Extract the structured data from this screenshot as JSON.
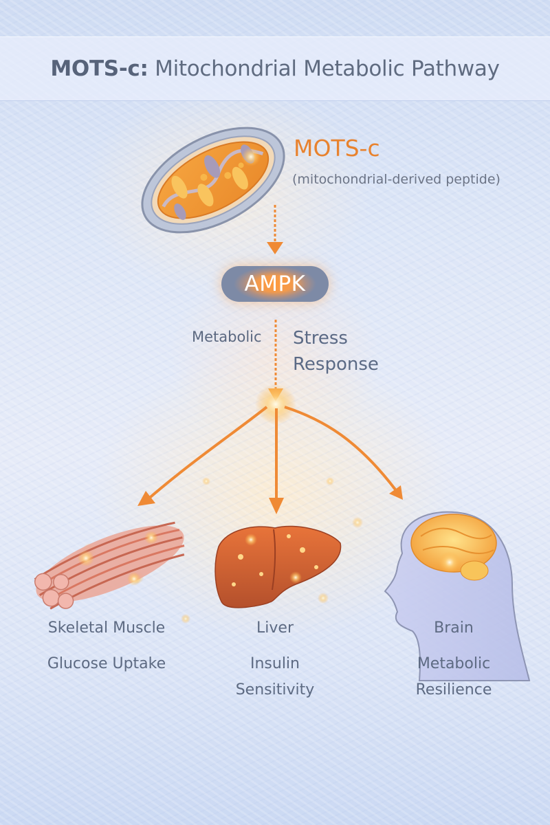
{
  "header": {
    "title_bold": "MOTS-c:",
    "title_rest": " Mitochondrial Metabolic Pathway"
  },
  "source": {
    "name": "MOTS-c",
    "subtitle": "(mitochondrial-derived peptide)",
    "icon": "mitochondrion-icon"
  },
  "hub": {
    "label": "AMPK"
  },
  "pathway_label": {
    "part1": "Metabolic",
    "part2": "Stress",
    "part3": "Response"
  },
  "targets": [
    {
      "name": "Skeletal Muscle",
      "effect_line1": "Glucose Uptake",
      "effect_line2": "",
      "icon": "muscle-fiber-icon"
    },
    {
      "name": "Liver",
      "effect_line1": "Insulin",
      "effect_line2": "Sensitivity",
      "icon": "liver-icon"
    },
    {
      "name": "Brain",
      "effect_line1": "Metabolic",
      "effect_line2": "Resilience",
      "icon": "brain-head-icon"
    }
  ],
  "colors": {
    "accent_orange": "#e8822e",
    "arrow_orange": "#ef8a35",
    "text_slate": "#5d6a82",
    "background_blue": "#dde6f7"
  }
}
